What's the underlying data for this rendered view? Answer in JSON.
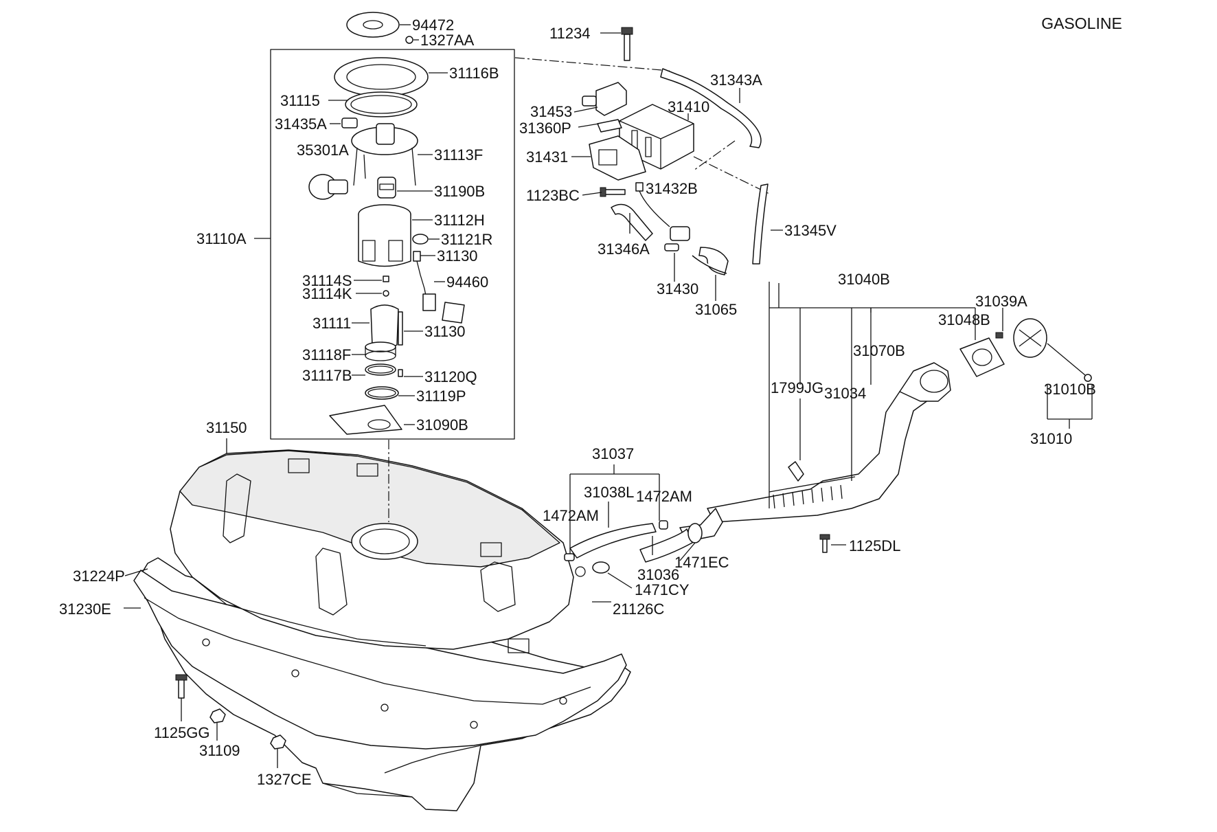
{
  "title": "GASOLINE",
  "parts": {
    "p94472": "94472",
    "p1327AA": "1327AA",
    "p31116B": "31116B",
    "p31115": "31115",
    "p31435A": "31435A",
    "p35301A": "35301A",
    "p31113F": "31113F",
    "p31190B": "31190B",
    "p31112H": "31112H",
    "p31110A": "31110A",
    "p31121R": "31121R",
    "p31130a": "31130",
    "p31114S": "31114S",
    "p94460": "94460",
    "p31114K": "31114K",
    "p31111": "31111",
    "p31130b": "31130",
    "p31118F": "31118F",
    "p31117B": "31117B",
    "p31120Q": "31120Q",
    "p31119P": "31119P",
    "p31090B": "31090B",
    "p11234": "11234",
    "p31343A": "31343A",
    "p31453": "31453",
    "p31410": "31410",
    "p31360P": "31360P",
    "p31431": "31431",
    "p1123BC": "1123BC",
    "p31432B": "31432B",
    "p31345V": "31345V",
    "p31346A": "31346A",
    "p31430": "31430",
    "p31065": "31065",
    "p31040B": "31040B",
    "p31039A": "31039A",
    "p31048B": "31048B",
    "p31070B": "31070B",
    "p1799JG": "1799JG",
    "p31034": "31034",
    "p31010B": "31010B",
    "p31010": "31010",
    "p31037": "31037",
    "p31038L": "31038L",
    "p1472AMa": "1472AM",
    "p1472AMb": "1472AM",
    "p1471EC": "1471EC",
    "p31036": "31036",
    "p1471CY": "1471CY",
    "p1125DL": "1125DL",
    "p21126C": "21126C",
    "p31150": "31150",
    "p31224P": "31224P",
    "p31230E": "31230E",
    "p1125GG": "1125GG",
    "p31109": "31109",
    "p1327CE": "1327CE"
  }
}
